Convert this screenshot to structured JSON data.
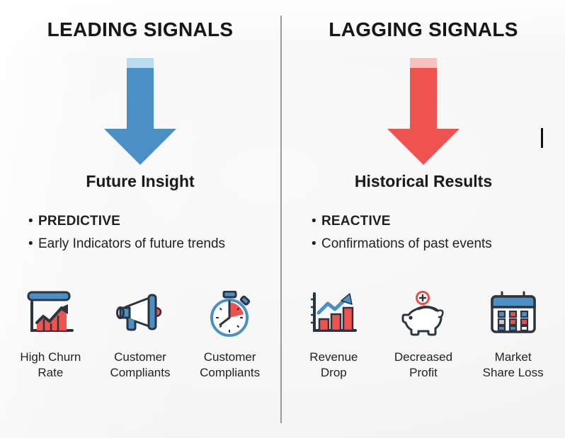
{
  "slide": {
    "background_color": "#f4f4f4",
    "divider_color": "#9a9a9a",
    "caret_marker": "|"
  },
  "colors": {
    "blue": "#4a90c4",
    "blue_light": "#b9dcee",
    "red": "#ef5350",
    "red_light": "#f7c1bd",
    "icon_outline": "#2b3440",
    "icon_blue": "#4a90c4",
    "icon_red": "#eb4d46",
    "text": "#1b1b1b"
  },
  "left": {
    "heading": "LEADING SIGNALS",
    "arrow_icon": "down-arrow-blue",
    "arrow_color": "#4a90c4",
    "subtitle": "Future Insight",
    "bullets": [
      {
        "marker": "•",
        "text": "PREDICTIVE",
        "bold": true
      },
      {
        "marker": "•",
        "text": "Early Indicators of future trends",
        "bold": false
      }
    ],
    "icons": [
      {
        "icon": "presentation-chart-icon",
        "label": "High Churn\nRate",
        "line1": "High Churn",
        "line2": "Rate"
      },
      {
        "icon": "megaphone-icon",
        "label": "Customer\nCompliants",
        "line1": "Customer",
        "line2": "Compliants"
      },
      {
        "icon": "stopwatch-icon",
        "label": "Customer\nCompliants",
        "line1": "Customer",
        "line2": "Compliants"
      }
    ]
  },
  "right": {
    "heading": "LAGGING SIGNALS",
    "arrow_icon": "down-arrow-red",
    "arrow_color": "#ef5350",
    "subtitle": "Historical Results",
    "bullets": [
      {
        "marker": "•",
        "text": "REACTIVE",
        "bold": true
      },
      {
        "marker": "•",
        "text": "Confirmations of past events",
        "bold": false
      }
    ],
    "icons": [
      {
        "icon": "bar-chart-arrow-icon",
        "label": "Revenue\nDrop",
        "line1": "Revenue",
        "line2": "Drop"
      },
      {
        "icon": "piggy-bank-icon",
        "label": "Decreased\nProfit",
        "line1": "Decreased",
        "line2": "Profit"
      },
      {
        "icon": "calendar-icon",
        "label": "Market\nShare Loss",
        "line1": "Market",
        "line2": "Share Loss"
      }
    ]
  }
}
